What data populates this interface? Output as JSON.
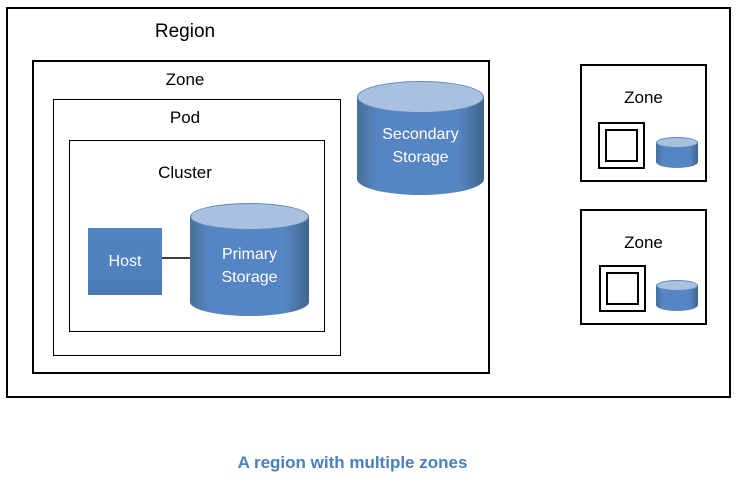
{
  "diagram": {
    "region_label": "Region",
    "zone_label": "Zone",
    "pod_label": "Pod",
    "cluster_label": "Cluster",
    "host_label": "Host",
    "primary_storage_label": "Primary\nStorage",
    "secondary_storage_label": "Secondary\nStorage",
    "small_zones": [
      {
        "label": "Zone"
      },
      {
        "label": "Zone"
      }
    ]
  },
  "caption": {
    "text": "A region with multiple zones",
    "color": "#4a7ebc"
  },
  "colors": {
    "shape_fill_blue": "#4f81bd",
    "cylinder_top_blue": "#a9c0de",
    "outline_black": "#000000",
    "shape_text_white": "#ffffff",
    "label_text_black": "#000000"
  }
}
